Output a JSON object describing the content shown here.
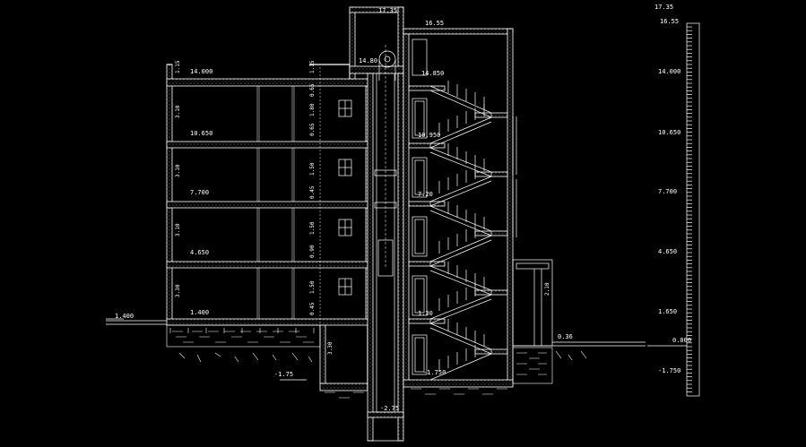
{
  "left_levels": {
    "roof": "14.000",
    "l4": "10.650",
    "l3": "7.700",
    "l2": "4.650",
    "l1": "1.400",
    "ground": "1.400",
    "basement": "-1.75"
  },
  "stair_levels": {
    "top": "16.55",
    "machine": "17.35",
    "roof": "14.850",
    "mid_upper": "10.950",
    "mid": "7.20",
    "low": "1.30",
    "base": "-1.750",
    "right_ground": "0.36",
    "pit": "-2.75",
    "elevator": "14.80"
  },
  "scale_levels": {
    "top": "17.35",
    "top2": "16.55",
    "l5": "14.000",
    "l4": "10.650",
    "l3": "7.700",
    "l2": "4.650",
    "l1": "1.650",
    "zero": "0.000",
    "neg": "-1.750"
  },
  "dims": {
    "d1": "1.15",
    "d2": "3.10",
    "d3": "0.65",
    "d4": "1.80",
    "d5": "3.10",
    "d6": "1.50",
    "d7": "3.10",
    "d8": "1.50",
    "d9": "0.90",
    "d10": "3.30",
    "d11": "1.50",
    "d12": "0.45",
    "d13": "2.10"
  },
  "icons": {
    "window": "window-icon",
    "level_marker": "level-marker-icon",
    "stair": "stair-icon",
    "pulley": "elevator-pulley-icon"
  },
  "colors": {
    "line": "#ffffff",
    "background": "#000000"
  }
}
